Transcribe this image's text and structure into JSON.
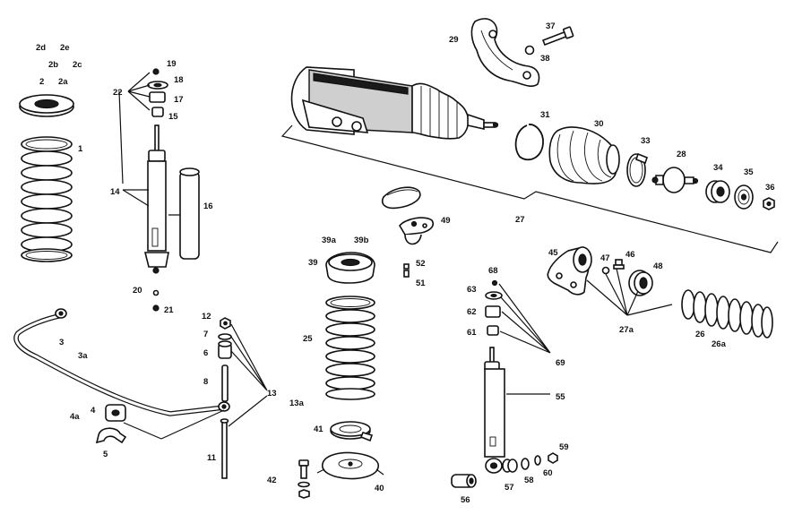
{
  "labels": {
    "l_2d": "2d",
    "l_2e": "2e",
    "l_2b": "2b",
    "l_2c": "2c",
    "l_2": "2",
    "l_2a": "2a",
    "l_1": "1",
    "l_19": "19",
    "l_18": "18",
    "l_22": "22",
    "l_17": "17",
    "l_15": "15",
    "l_14": "14",
    "l_16": "16",
    "l_20": "20",
    "l_21": "21",
    "l_29": "29",
    "l_37": "37",
    "l_38": "38",
    "l_31": "31",
    "l_30": "30",
    "l_33": "33",
    "l_28": "28",
    "l_34": "34",
    "l_35": "35",
    "l_36": "36",
    "l_27": "27",
    "l_49": "49",
    "l_39a": "39a",
    "l_39b": "39b",
    "l_39": "39",
    "l_52": "52",
    "l_51": "51",
    "l_45": "45",
    "l_47": "47",
    "l_46": "46",
    "l_48": "48",
    "l_27a": "27a",
    "l_26": "26",
    "l_26a": "26a",
    "l_3": "3",
    "l_3a": "3a",
    "l_4": "4",
    "l_4a": "4a",
    "l_5": "5",
    "l_12": "12",
    "l_7": "7",
    "l_6": "6",
    "l_8": "8",
    "l_13": "13",
    "l_13a": "13a",
    "l_11": "11",
    "l_25": "25",
    "l_41": "41",
    "l_42": "42",
    "l_40": "40",
    "l_68": "68",
    "l_63": "63",
    "l_62": "62",
    "l_61": "61",
    "l_69": "69",
    "l_55": "55",
    "l_59": "59",
    "l_60": "60",
    "l_58": "58",
    "l_57": "57",
    "l_56": "56"
  }
}
